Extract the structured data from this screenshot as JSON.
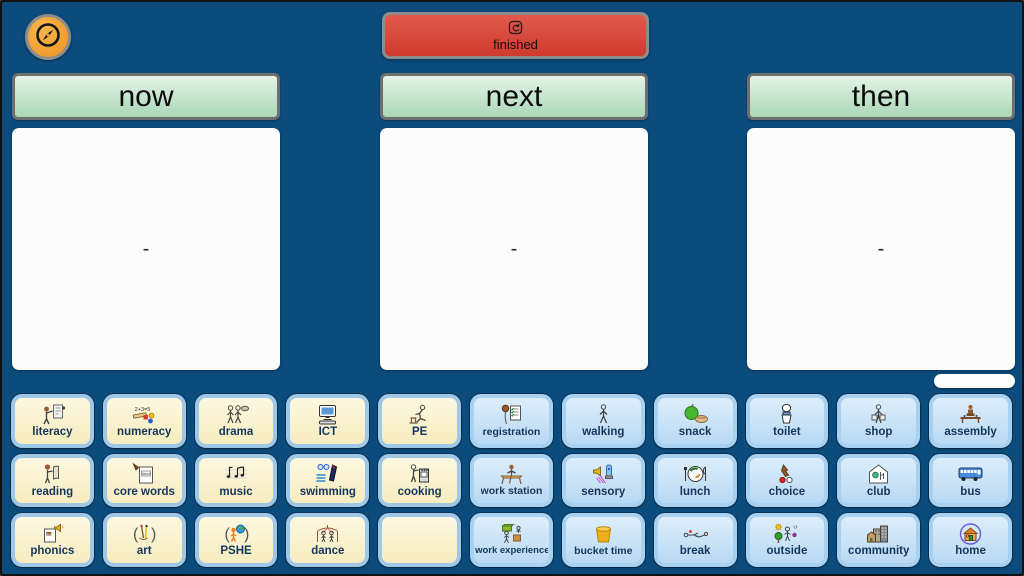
{
  "window": {
    "title": "now next then board",
    "background_color": "#0c4c7c"
  },
  "topbar": {
    "compass_button": {
      "icon": "compass-icon",
      "color": "#f2a33c"
    },
    "finished_button": {
      "label": "finished",
      "icon": "restart-icon",
      "color": "#d9453a"
    }
  },
  "board": {
    "columns": [
      {
        "id": "now",
        "header": "now",
        "card_text": "-"
      },
      {
        "id": "next",
        "header": "next",
        "card_text": "-"
      },
      {
        "id": "then",
        "header": "then",
        "card_text": "-"
      }
    ],
    "header_color": "#bfe0c6",
    "card_color": "#fcfcfc"
  },
  "activity_grid": {
    "yellow_color": "#f9f0c8",
    "blue_color": "#cfe4f6",
    "rows": [
      [
        {
          "label": "literacy",
          "icon": "writing-icon",
          "style": "yellow"
        },
        {
          "label": "numeracy",
          "icon": "maths-icon",
          "style": "yellow"
        },
        {
          "label": "drama",
          "icon": "drama-icon",
          "style": "yellow"
        },
        {
          "label": "ICT",
          "icon": "computer-icon",
          "style": "yellow"
        },
        {
          "label": "PE",
          "icon": "pe-icon",
          "style": "yellow"
        },
        {
          "label": "registration",
          "icon": "register-icon",
          "style": "blue"
        },
        {
          "label": "walking",
          "icon": "walking-icon",
          "style": "blue"
        },
        {
          "label": "snack",
          "icon": "apple-icon",
          "style": "blue"
        },
        {
          "label": "toilet",
          "icon": "toilet-icon",
          "style": "blue"
        },
        {
          "label": "shop",
          "icon": "shopping-bags-icon",
          "style": "blue"
        },
        {
          "label": "assembly",
          "icon": "assembly-icon",
          "style": "blue"
        }
      ],
      [
        {
          "label": "reading",
          "icon": "reading-icon",
          "style": "yellow"
        },
        {
          "label": "core words",
          "icon": "abcd-page-icon",
          "style": "yellow"
        },
        {
          "label": "music",
          "icon": "music-notes-icon",
          "style": "yellow"
        },
        {
          "label": "swimming",
          "icon": "swimmer-icon",
          "style": "yellow"
        },
        {
          "label": "cooking",
          "icon": "cooker-icon",
          "style": "yellow"
        },
        {
          "label": "work station",
          "icon": "desk-icon",
          "style": "blue"
        },
        {
          "label": "sensory",
          "icon": "sensory-icon",
          "style": "blue"
        },
        {
          "label": "lunch",
          "icon": "plate-cutlery-icon",
          "style": "blue"
        },
        {
          "label": "choice",
          "icon": "choice-hand-icon",
          "style": "blue"
        },
        {
          "label": "club",
          "icon": "clubhouse-icon",
          "style": "blue"
        },
        {
          "label": "bus",
          "icon": "bus-icon",
          "style": "blue"
        }
      ],
      [
        {
          "label": "phonics",
          "icon": "phonics-icon",
          "style": "yellow"
        },
        {
          "label": "art",
          "icon": "palette-icon",
          "style": "yellow"
        },
        {
          "label": "PSHE",
          "icon": "globe-person-icon",
          "style": "yellow"
        },
        {
          "label": "dance",
          "icon": "dance-icon",
          "style": "yellow"
        },
        {
          "label": "",
          "icon": "",
          "style": "yellow"
        },
        {
          "label": "work experience",
          "icon": "work-experience-icon",
          "style": "blue"
        },
        {
          "label": "bucket time",
          "icon": "bucket-icon",
          "style": "blue"
        },
        {
          "label": "break",
          "icon": "break-icon",
          "style": "blue"
        },
        {
          "label": "outside",
          "icon": "sun-tree-icon",
          "style": "blue"
        },
        {
          "label": "community",
          "icon": "buildings-icon",
          "style": "blue"
        },
        {
          "label": "home",
          "icon": "house-icon",
          "style": "blue"
        }
      ]
    ]
  }
}
